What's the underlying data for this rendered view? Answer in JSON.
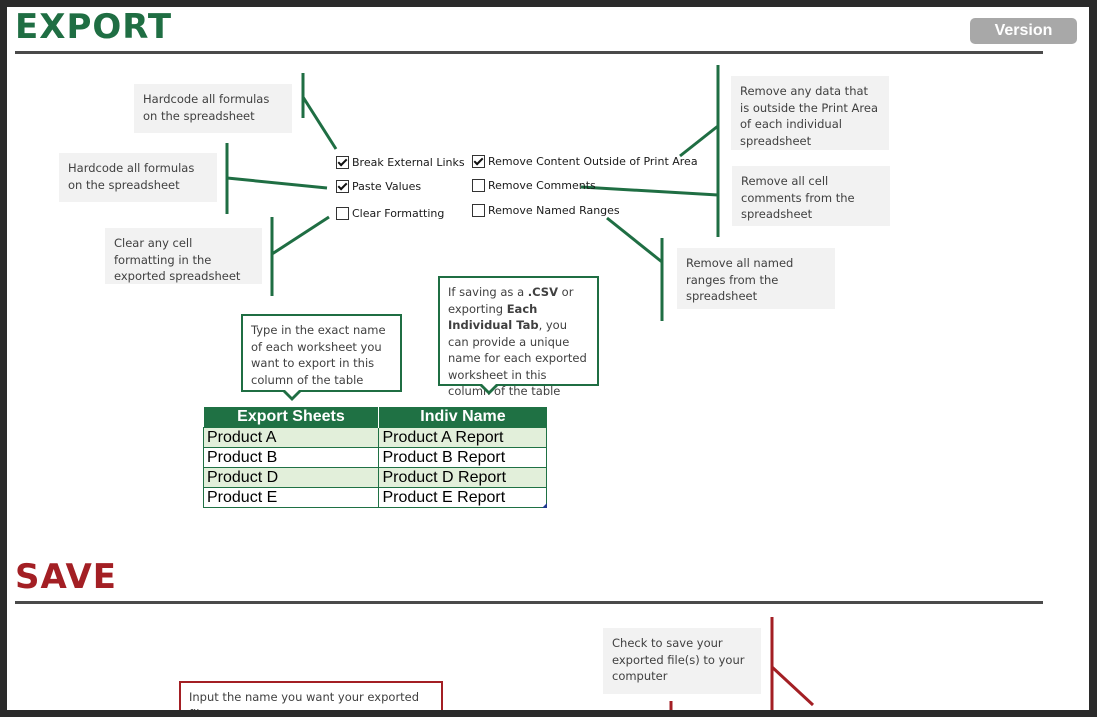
{
  "export": {
    "heading": "EXPORT",
    "version_label": "Version",
    "options_left": [
      {
        "label": "Break External Links",
        "checked": true
      },
      {
        "label": "Paste Values",
        "checked": true
      },
      {
        "label": "Clear Formatting",
        "checked": false
      }
    ],
    "options_right": [
      {
        "label": "Remove Content Outside of Print Area",
        "checked": true
      },
      {
        "label": "Remove Comments",
        "checked": false
      },
      {
        "label": "Remove Named Ranges",
        "checked": false
      }
    ],
    "notes": {
      "break_links": "Hardcode all formulas on the spreadsheet",
      "paste_values": "Hardcode all formulas on the spreadsheet",
      "clear_formatting": "Clear any cell formatting in the exported spreadsheet",
      "print_area": "Remove any data that is outside the Print Area of each individual spreadsheet",
      "comments": "Remove all cell comments from the spreadsheet",
      "named_ranges": "Remove all named ranges from the spreadsheet"
    },
    "callout_sheets": "Type in the exact name of each worksheet you want to export in this column of the table",
    "callout_indiv": {
      "part1": "If saving as a ",
      "csv": ".CSV",
      "part2": " or exporting ",
      "each_tab": "Each Individual Tab",
      "part3": ", you can provide a unique name for each exported worksheet in this column of the table"
    },
    "table": {
      "headers": [
        "Export Sheets",
        "Indiv Name"
      ],
      "rows": [
        [
          "Product A",
          "Product A Report"
        ],
        [
          "Product B",
          "Product B Report"
        ],
        [
          "Product D",
          "Product D Report"
        ],
        [
          "Product E",
          "Product E Report"
        ]
      ]
    }
  },
  "save": {
    "heading": "SAVE",
    "note_save_computer": "Check to save your exported file(s) to your computer",
    "callout_filename": "Input the name you want your exported file"
  },
  "colors": {
    "export_green": "#1f6e43",
    "save_red": "#a31f24",
    "table_header": "#1f7144",
    "table_alt_row": "#e2efda"
  }
}
